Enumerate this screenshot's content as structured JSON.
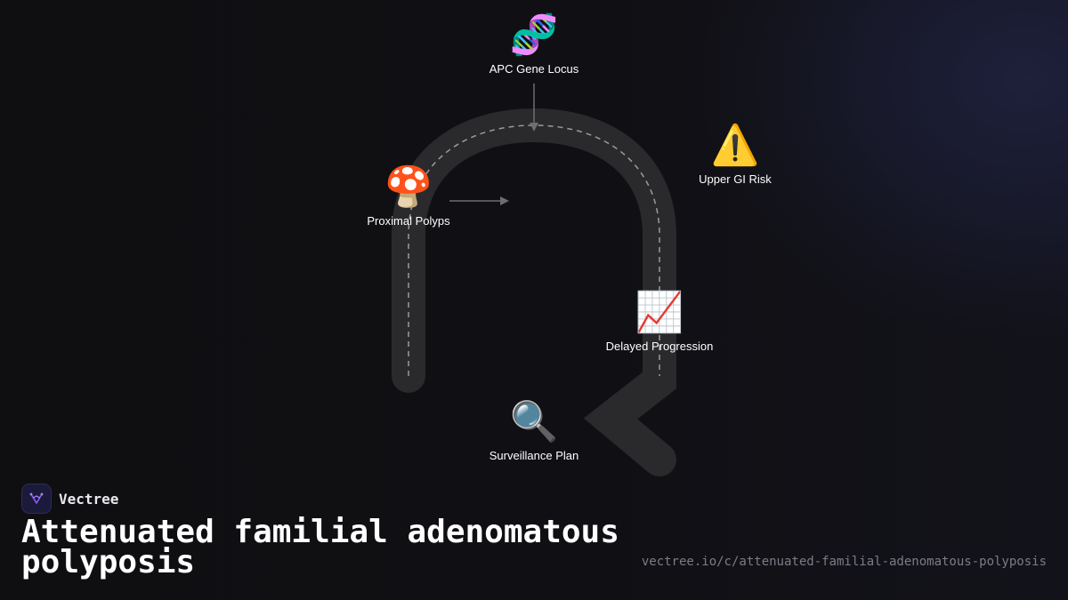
{
  "diagram": {
    "nodes": [
      {
        "id": "apc",
        "label": "APC Gene Locus",
        "icon": "dna-icon",
        "glyph": "🧬"
      },
      {
        "id": "warning",
        "label": "Upper GI Risk",
        "icon": "warning-icon",
        "glyph": "⚠️"
      },
      {
        "id": "polyps",
        "label": "Proximal Polyps",
        "icon": "mushroom-icon",
        "glyph": "🍄"
      },
      {
        "id": "progression",
        "label": "Delayed Progression",
        "icon": "chart-increasing-icon",
        "glyph": "📈"
      },
      {
        "id": "surveillance",
        "label": "Surveillance Plan",
        "icon": "magnifier-icon",
        "glyph": "🔍"
      }
    ],
    "colors": {
      "track": "#2a2a2d",
      "dash": "#9a9aa0",
      "arrow": "#6e6e72"
    }
  },
  "brand": {
    "name": "Vectree",
    "logo_color": "#8b5cf6"
  },
  "title": "Attenuated familial adenomatous polyposis",
  "url": "vectree.io/c/attenuated-familial-adenomatous-polyposis"
}
